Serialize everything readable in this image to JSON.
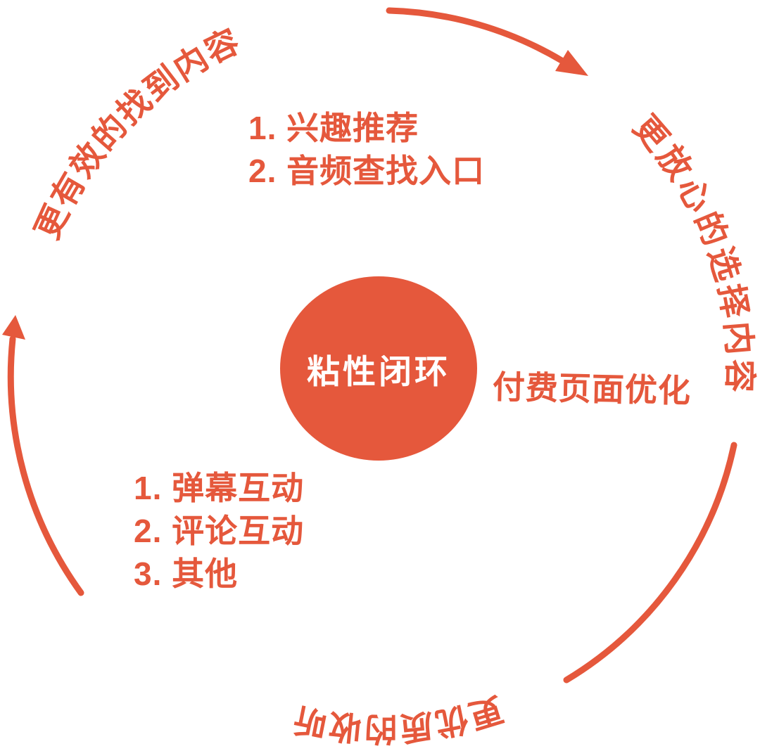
{
  "colors": {
    "accent": "#E5583C",
    "background": "#FFFFFF",
    "label_on_accent": "#FFFFFF"
  },
  "center_circle": {
    "label": "粘性闭环"
  },
  "ring_texts": {
    "top_left": "更有效的找到内容",
    "right": "更放心的选择内容",
    "bottom": "更优质的收听"
  },
  "annotations": {
    "top_list": {
      "items": [
        "1. 兴趣推荐",
        "2. 音频查找入口"
      ]
    },
    "right_label": "付费页面优化",
    "bottom_list": {
      "items": [
        "1. 弹幕互动",
        "2. 评论互动",
        "3. 其他"
      ]
    }
  }
}
